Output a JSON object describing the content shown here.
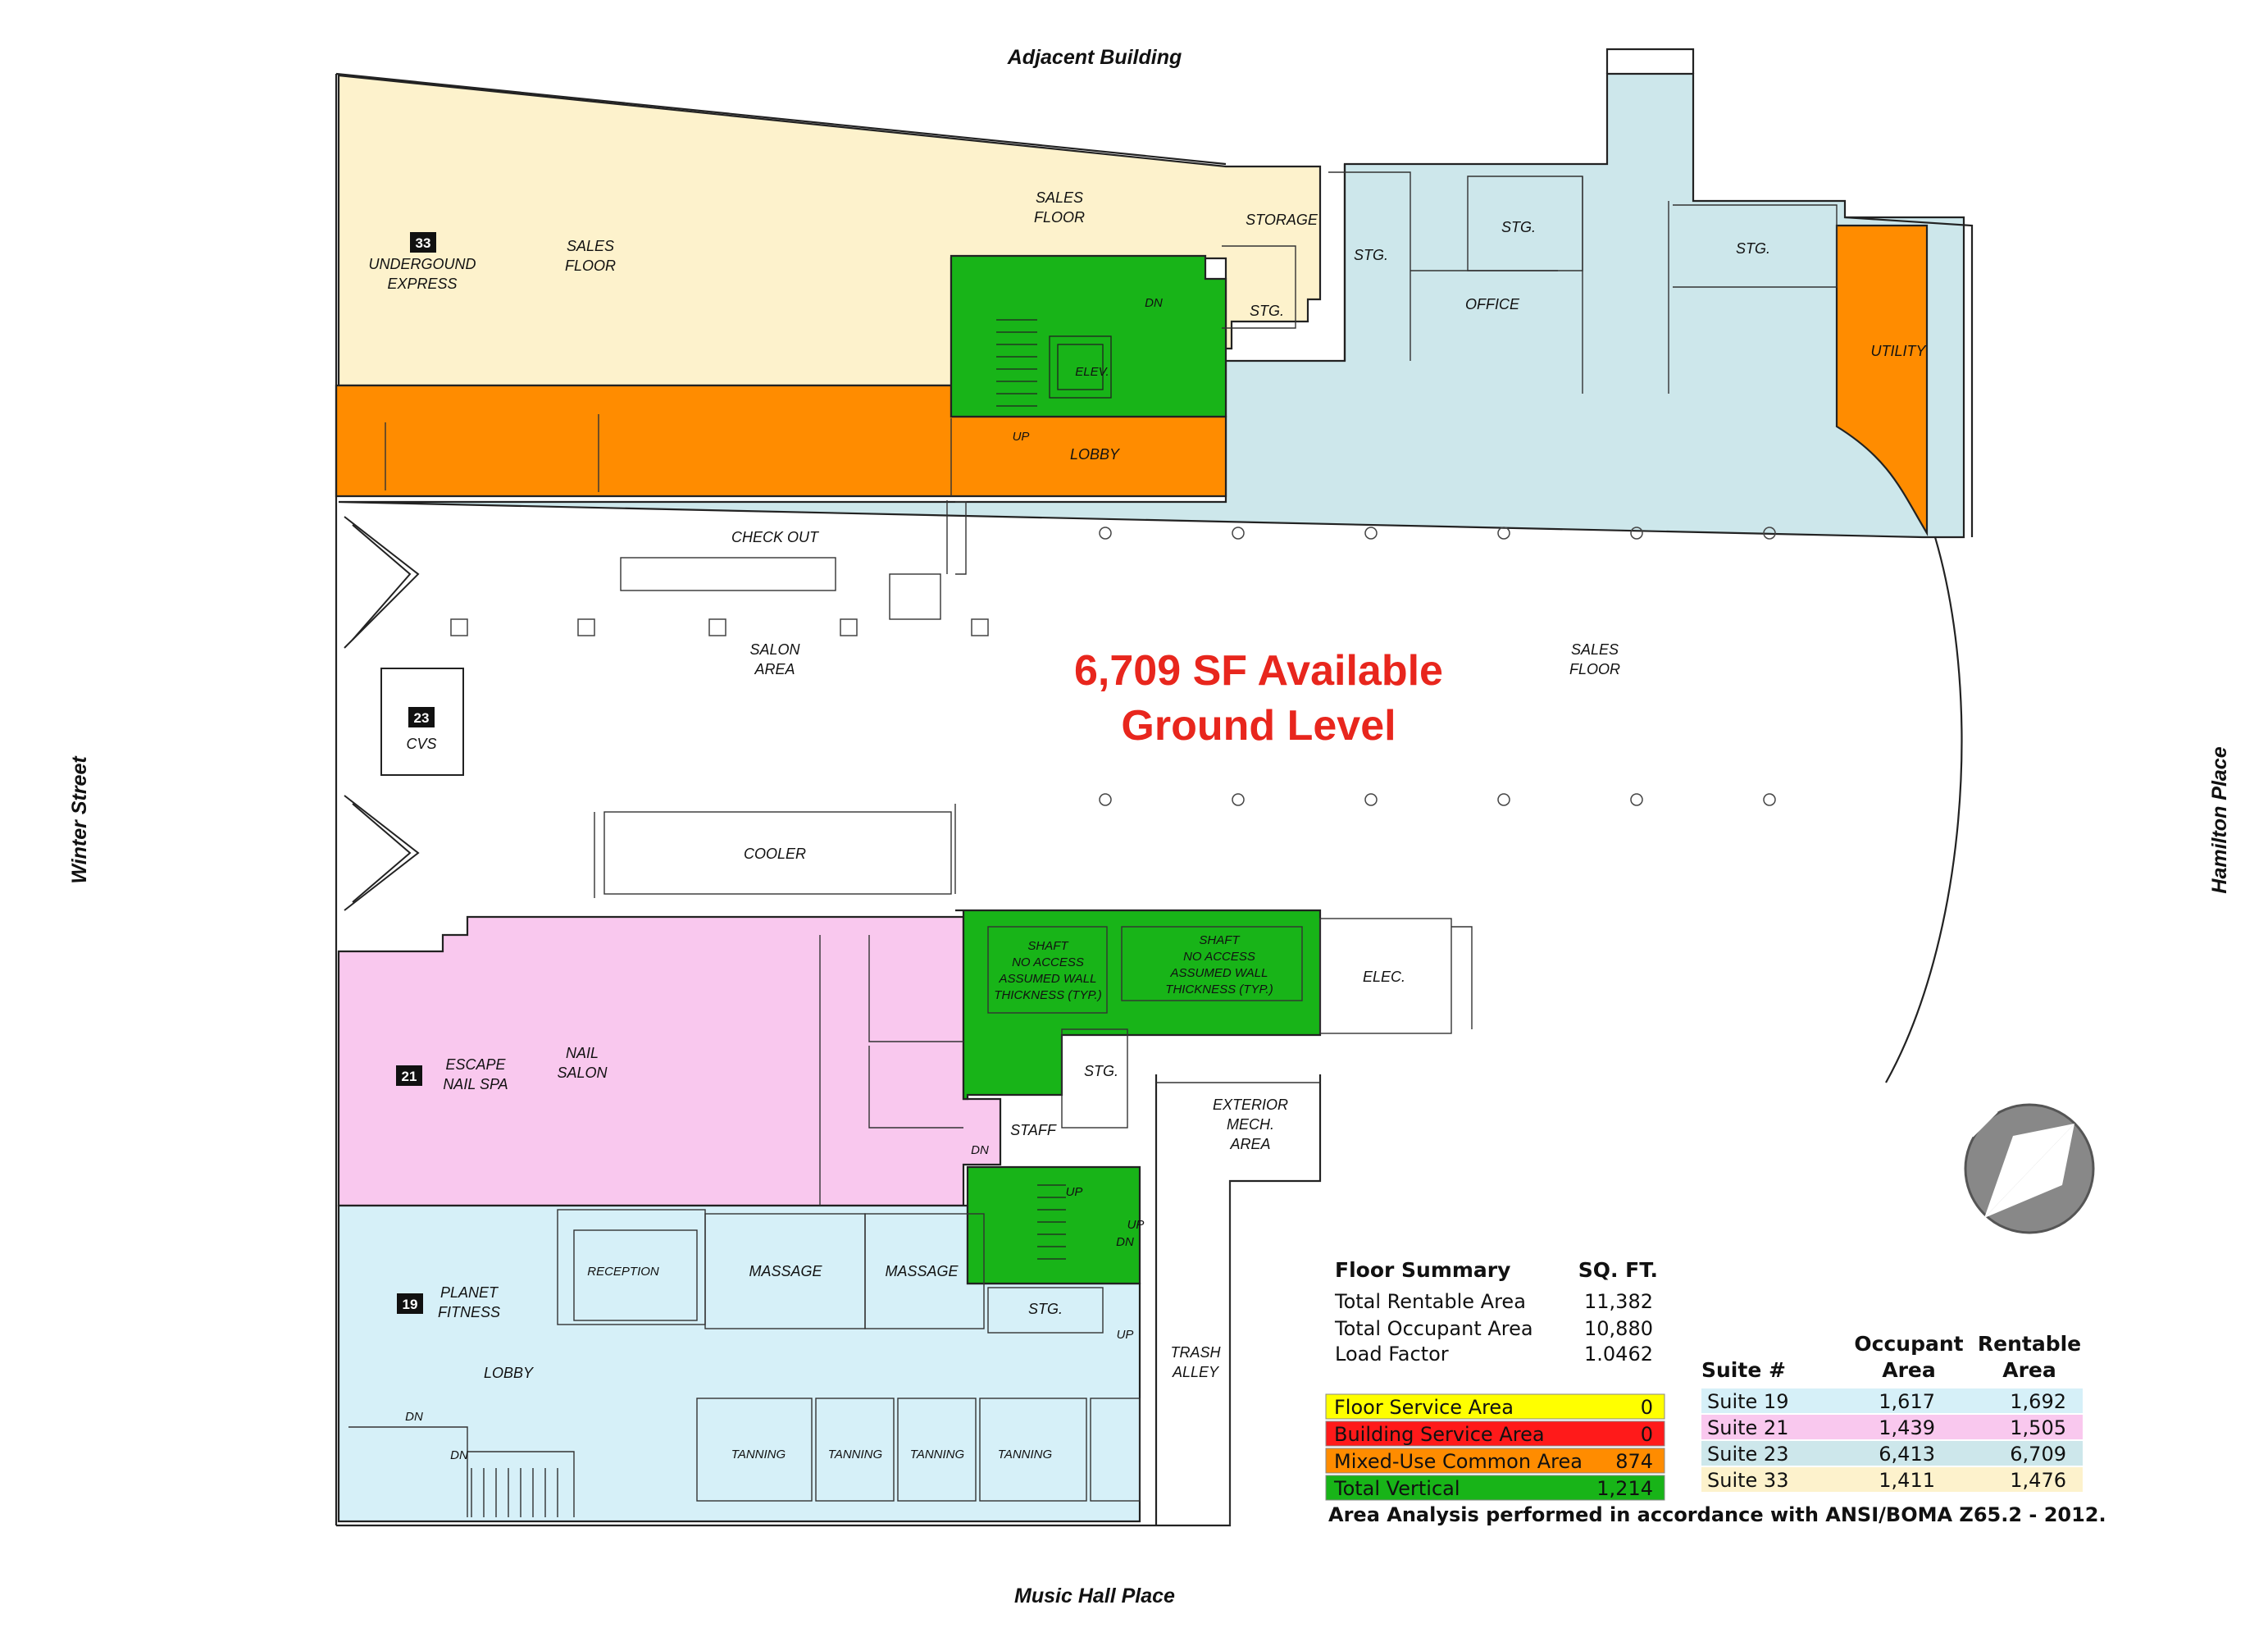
{
  "colors": {
    "suite19": "#d6f0f8",
    "suite21": "#f9c8ee",
    "suite23": "#cde7eb",
    "suite33": "#fdf2cc",
    "common": "#ff8c00",
    "vertical": "#18b418",
    "floor_service": "#ffff00",
    "building_service": "#ff1a1a",
    "available_text": "#e8261d"
  },
  "streets": {
    "north": "Adjacent Building",
    "south": "Music Hall Place",
    "west": "Winter Street",
    "east": "Hamilton Place"
  },
  "available": {
    "line1": "6,709 SF Available",
    "line2": "Ground Level"
  },
  "suites": {
    "s33": {
      "number": "33",
      "name_line1": "UNDERGOUND",
      "name_line2": "EXPRESS"
    },
    "s23": {
      "number": "23",
      "name": "CVS"
    },
    "s21": {
      "number": "21",
      "name_line1": "ESCAPE",
      "name_line2": "NAIL SPA"
    },
    "s19": {
      "number": "19",
      "name_line1": "PLANET",
      "name_line2": "FITNESS"
    }
  },
  "rooms": {
    "sales_floor": [
      "SALES",
      "FLOOR"
    ],
    "storage": "STORAGE",
    "stg": "STG.",
    "office": "OFFICE",
    "utility": "UTILITY",
    "elev": "ELEV.",
    "lobby": "LOBBY",
    "check_out": "CHECK OUT",
    "salon_area": [
      "SALON",
      "AREA"
    ],
    "cooler": "COOLER",
    "shaft": [
      "SHAFT",
      "NO ACCESS",
      "ASSUMED WALL",
      "THICKNESS (TYP.)"
    ],
    "elec": "ELEC.",
    "nail_salon": [
      "NAIL",
      "SALON"
    ],
    "staff": "STAFF",
    "exterior_mech": [
      "EXTERIOR",
      "MECH.",
      "AREA"
    ],
    "reception": "RECEPTION",
    "massage": "MASSAGE",
    "tanning": "TANNING",
    "trash_alley": [
      "TRASH",
      "ALLEY"
    ],
    "up": "UP",
    "dn": "DN"
  },
  "summary": {
    "title": "Floor Summary",
    "col": "SQ. FT.",
    "rows": [
      {
        "label": "Total Rentable Area",
        "value": "11,382"
      },
      {
        "label": "Total Occupant Area",
        "value": "10,880"
      },
      {
        "label": "Load Factor",
        "value": "1.0462"
      }
    ],
    "legend": [
      {
        "label": "Floor Service Area",
        "value": "0",
        "color": "#ffff00"
      },
      {
        "label": "Building Service Area",
        "value": "0",
        "color": "#ff1a1a"
      },
      {
        "label": "Mixed-Use Common Area",
        "value": "874",
        "color": "#ff8c00"
      },
      {
        "label": "Total Vertical",
        "value": "1,214",
        "color": "#18b418"
      }
    ]
  },
  "suite_table": {
    "col_suite": "Suite #",
    "col_occ_1": "Occupant",
    "col_occ_2": "Area",
    "col_rent_1": "Rentable",
    "col_rent_2": "Area",
    "rows": [
      {
        "suite": "Suite 19",
        "occupant": "1,617",
        "rentable": "1,692",
        "color": "#d6f0f8"
      },
      {
        "suite": "Suite 21",
        "occupant": "1,439",
        "rentable": "1,505",
        "color": "#f9c8ee"
      },
      {
        "suite": "Suite 23",
        "occupant": "6,413",
        "rentable": "6,709",
        "color": "#cde7eb"
      },
      {
        "suite": "Suite 33",
        "occupant": "1,411",
        "rentable": "1,476",
        "color": "#fdf2cc"
      }
    ]
  },
  "footnote": "Area Analysis performed in accordance with ANSI/BOMA Z65.2 - 2012.",
  "north_arrow_icon": "north-arrow-icon"
}
